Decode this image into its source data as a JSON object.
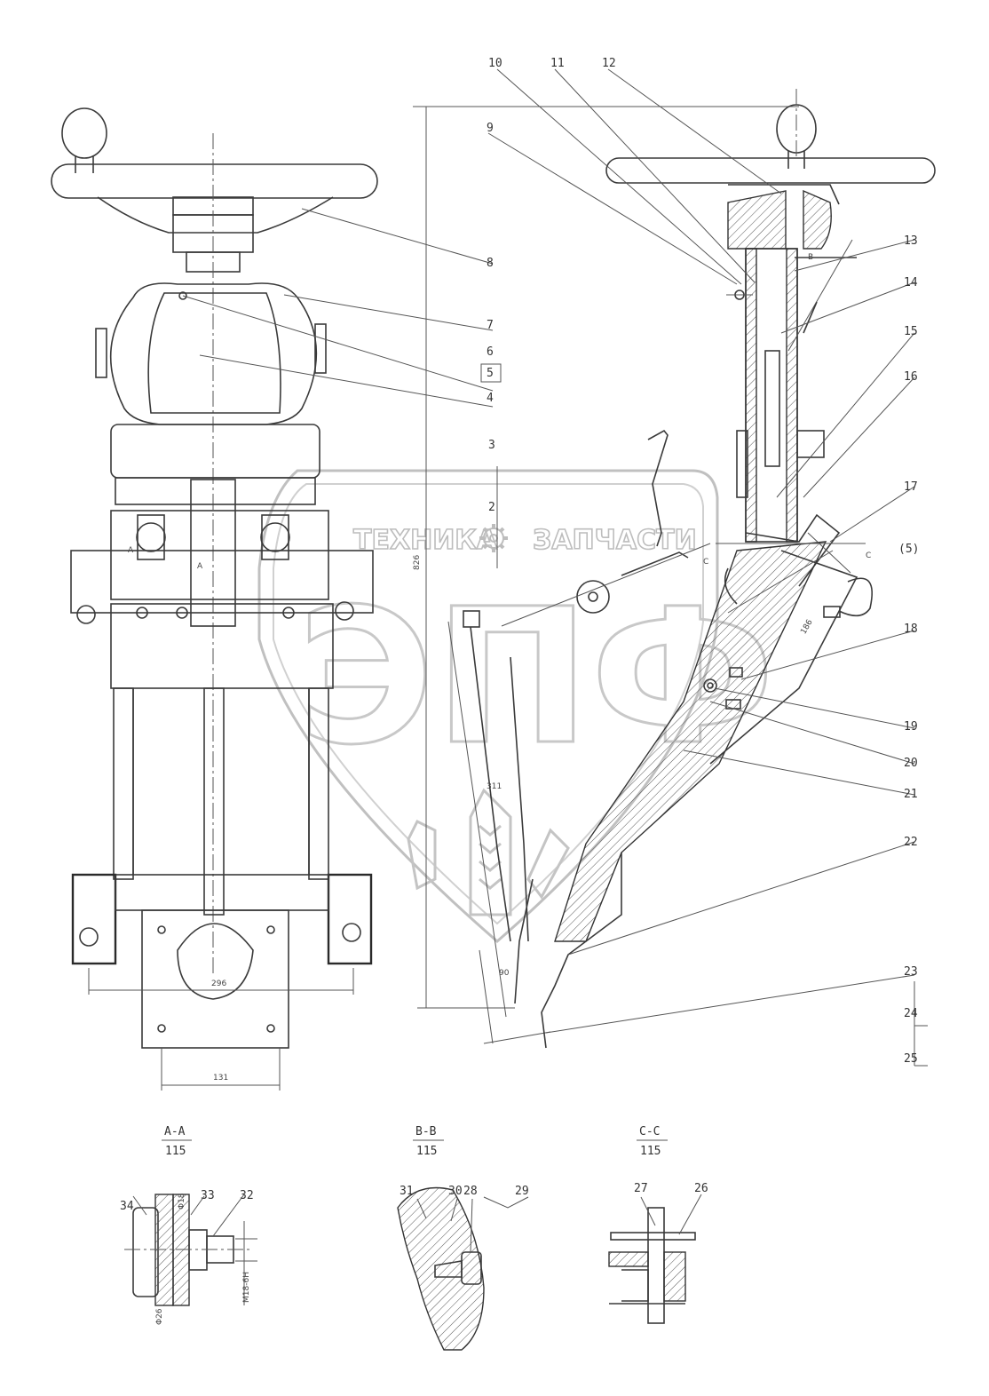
{
  "watermark": {
    "brand_left": "ТЕХНИКА",
    "brand_right": "ЗАПЧАСТИ",
    "logo_letters": "ЭПФ"
  },
  "part_labels": [
    "10",
    "11",
    "12",
    "9",
    "8",
    "7",
    "6",
    "5",
    "4",
    "3",
    "2",
    "13",
    "14",
    "15",
    "16",
    "17",
    "(5)",
    "18",
    "19",
    "20",
    "21",
    "22",
    "23",
    "24",
    "25"
  ],
  "sections": [
    {
      "name": "A-A",
      "scale": "115"
    },
    {
      "name": "B-B",
      "scale": "115"
    },
    {
      "name": "C-C",
      "scale": "115"
    }
  ],
  "section_labels": [
    "34",
    "33",
    "32",
    "31",
    "30",
    "28",
    "29",
    "27",
    "26"
  ],
  "dimensions": {
    "base_width": "296",
    "plate_width": "131",
    "height": "826",
    "offset": "90",
    "column_len": "186",
    "pedal_dim": "311",
    "thread": "M18-6H",
    "dia_top": "Φ18",
    "dia_bottom": "Φ26",
    "marker_a": "A",
    "marker_b": "B",
    "marker_c": "C"
  }
}
